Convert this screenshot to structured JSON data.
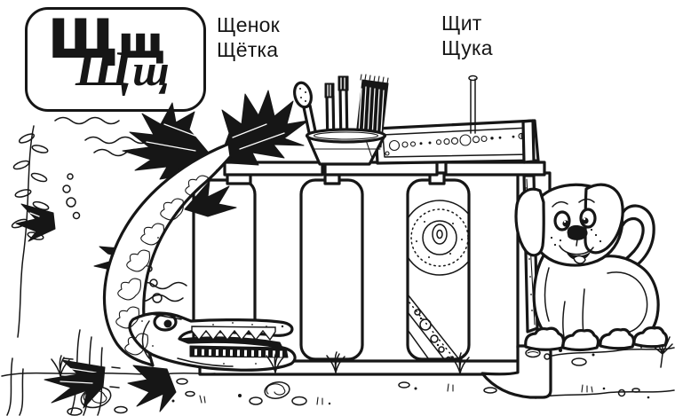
{
  "page": {
    "background": "#ffffff",
    "ink": "#161616"
  },
  "letter_card": {
    "print_upper": "Щ",
    "print_lower": "щ",
    "cursive_upper": "Щ",
    "cursive_lower": "щ"
  },
  "vocabulary": {
    "left": [
      "Щенок",
      "Щётка"
    ],
    "right": [
      "Щит",
      "Щука"
    ]
  },
  "illustration": {
    "letter": "Щ",
    "scene_items": [
      {
        "name": "pike-fish",
        "word": "Щука"
      },
      {
        "name": "toothbrushes-in-cup",
        "word": "Щётка"
      },
      {
        "name": "shield",
        "word": "Щит"
      },
      {
        "name": "puppy",
        "word": "Щенок"
      }
    ]
  }
}
